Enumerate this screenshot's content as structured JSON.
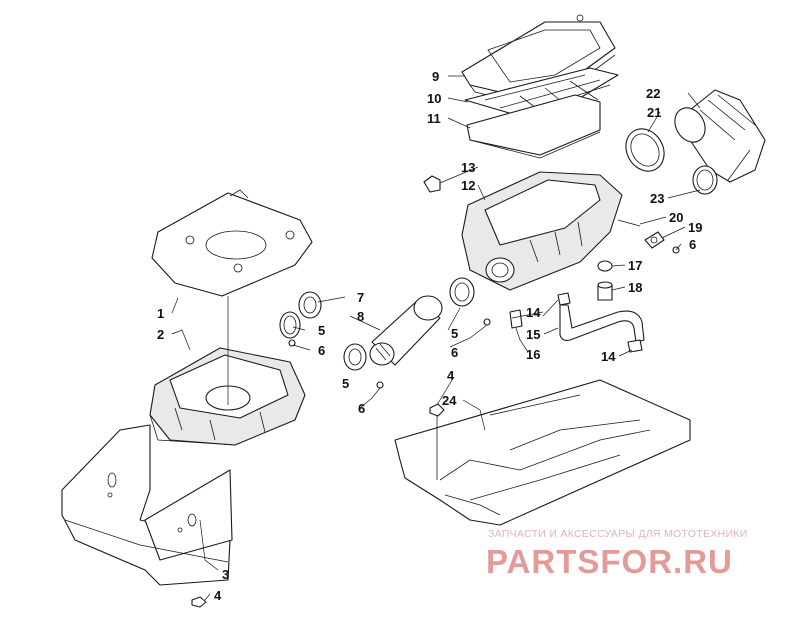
{
  "callouts": [
    {
      "n": "1"
    },
    {
      "n": "2"
    },
    {
      "n": "3"
    },
    {
      "n": "4"
    },
    {
      "n": "4"
    },
    {
      "n": "5"
    },
    {
      "n": "5"
    },
    {
      "n": "5"
    },
    {
      "n": "6"
    },
    {
      "n": "6"
    },
    {
      "n": "6"
    },
    {
      "n": "6"
    },
    {
      "n": "7"
    },
    {
      "n": "8"
    },
    {
      "n": "9"
    },
    {
      "n": "10"
    },
    {
      "n": "11"
    },
    {
      "n": "12"
    },
    {
      "n": "13"
    },
    {
      "n": "14"
    },
    {
      "n": "14"
    },
    {
      "n": "15"
    },
    {
      "n": "16"
    },
    {
      "n": "17"
    },
    {
      "n": "18"
    },
    {
      "n": "19"
    },
    {
      "n": "20"
    },
    {
      "n": "21"
    },
    {
      "n": "22"
    },
    {
      "n": "23"
    },
    {
      "n": "24"
    }
  ],
  "watermark": {
    "tagline": "ЗАПЧАСТИ И АКСЕССУАРЫ ДЛЯ МОТОТЕХНИКИ",
    "brand": "PARTSFOR.RU"
  },
  "colors": {
    "line": "#1a1a1a",
    "shade": "#e9e9e9",
    "watermark": "#e59a9a"
  }
}
